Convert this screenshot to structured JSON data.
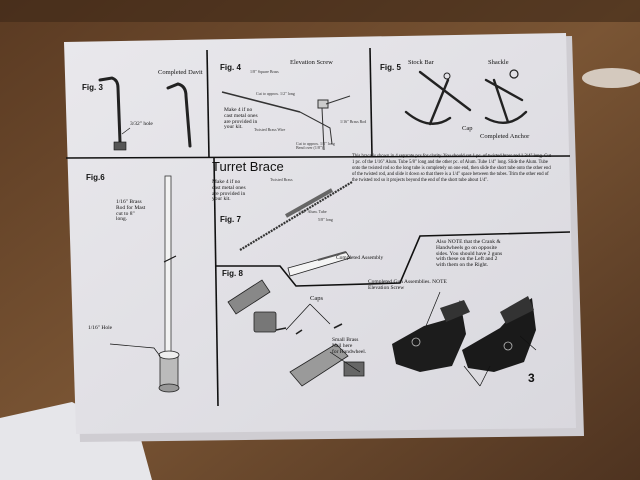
{
  "figures": {
    "fig3": {
      "label": "Fig. 3",
      "completed_davit": "Completed Davit",
      "hole": "3/32\" hole"
    },
    "fig4": {
      "label": "Fig. 4",
      "title": "Elevation Screw",
      "note": "Make 4 if no\ncast metal ones\nare provided in\nyour kit.",
      "part_labels": [
        "1/8\" Square Brass",
        "Cut to approx. 1/2\" long",
        "Twisted Brass Wire",
        "Cut to approx. 1/2\" long\nBend over (1/8\")",
        "1/16\" Brass Rod"
      ]
    },
    "fig5": {
      "label": "Fig. 5",
      "stock_bar": "Stock Bar",
      "shackle": "Shackle",
      "cap": "Cap",
      "completed_anchor": "Completed Anchor"
    },
    "fig6": {
      "label": "Fig.6",
      "rod": "1/16\" Brass\nRod for Mast\ncut to 8\"\nlong.",
      "hole": "1/16\" Hole"
    },
    "fig7": {
      "heading": "Turret Brace",
      "label": "Fig. 7",
      "note": "Make 4 if no\ncast metal ones\nare provided in\nyour kit.",
      "description": "This brace is shown in 4 separate pcs for clarity. You should cut 1 pc. of twisted brass rod 1 3/4\" long. Cut 1 pc. of the 1/16\" Alum. Tube 5/8\" long and the other pc. of Alum. Tube 1/4\" long. Slide the Alum. Tube onto the twisted rod so the long tube is completely on one end, then slide the short tube onto the other end of the twisted rod, and slide it down so that there is a 1/4\" space between the tubes. Trim the other end of the twisted rod so it projects beyond the end of the short tube about 1/4\".",
      "completed_assembly": "Completed Assembly",
      "part_labels": [
        "Twisted Brass",
        "1/16\" Alum. Tube",
        "5/8\" long"
      ]
    },
    "fig8": {
      "label": "Fig. 8",
      "caps": "Caps",
      "nail": "Small Brass\nNail here\nfor Handwheel.",
      "completed_guns": "Completed Gun Assemblies. NOTE\nElevation Screw",
      "also_note": "Also NOTE that the Crank &\nHandwheels go on opposite\nsides. You should have 2 guns\nwith these on the Left and 2\nwith them on the Right."
    }
  },
  "page_number": "3"
}
